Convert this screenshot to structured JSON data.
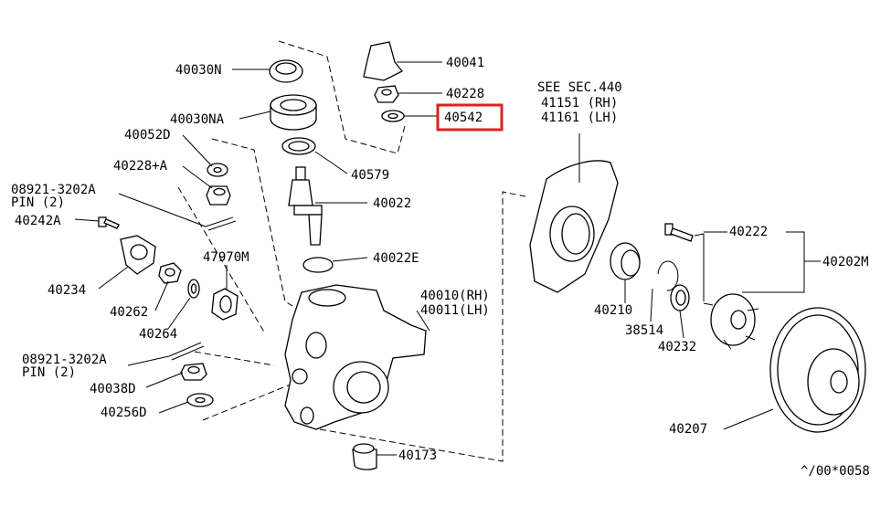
{
  "diagram": {
    "labels": {
      "p40030N": "40030N",
      "p40030NA": "40030NA",
      "p40052D": "40052D",
      "p40228A": "40228+A",
      "pin1_code": "08921-3202A",
      "pin1_qty": "PIN (2)",
      "p40242A": "40242A",
      "p40234": "40234",
      "p40262": "40262",
      "p47970M": "47970M",
      "p40264": "40264",
      "pin2_code": "08921-3202A",
      "pin2_qty": "PIN (2)",
      "p40038D": "40038D",
      "p40256D": "40256D",
      "p40041": "40041",
      "p40228": "40228",
      "p40542": "40542",
      "p40579": "40579",
      "p40022": "40022",
      "p40022E": "40022E",
      "p40010": "40010(RH)",
      "p40011": "40011(LH)",
      "p40173": "40173",
      "see_sec": "SEE SEC.440",
      "p41151": "41151 (RH)",
      "p41161": "41161 (LH)",
      "p40210": "40210",
      "p38514": "38514",
      "p40232": "40232",
      "p40222": "40222",
      "p40202M": "40202M",
      "p40207": "40207",
      "ref": "^/00*0058"
    },
    "highlight_color": "#e02020"
  }
}
